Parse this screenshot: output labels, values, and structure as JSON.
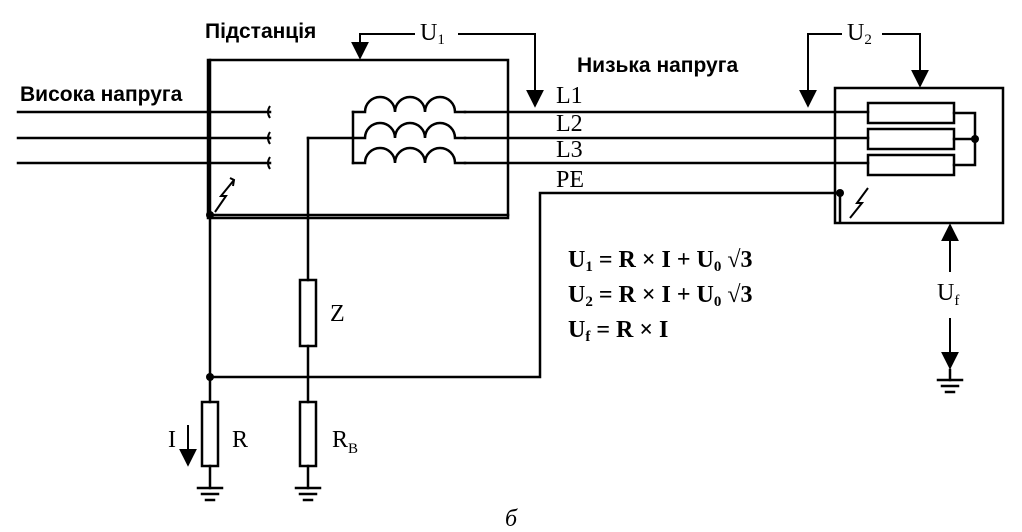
{
  "labels": {
    "substation": "Підстанція",
    "high_voltage": "Висока напруга",
    "low_voltage": "Низька напруга",
    "u1": "U",
    "u1_sub": "1",
    "u2": "U",
    "u2_sub": "2",
    "uf": "U",
    "uf_sub": "f",
    "l1": "L1",
    "l2": "L2",
    "l3": "L3",
    "pe": "PE",
    "z": "Z",
    "r": "R",
    "rb": "R",
    "rb_sub": "B",
    "current": "I",
    "caption": "б"
  },
  "formulas": [
    {
      "lhs": "U",
      "sub": "1",
      "rhs": " = R × I + U",
      "rhs_sub": "0",
      "tail": " √3"
    },
    {
      "lhs": "U",
      "sub": "2",
      "rhs": " = R × I + U",
      "rhs_sub": "0",
      "tail": " √3"
    },
    {
      "lhs": "U",
      "sub": "f",
      "rhs": " = R × I",
      "rhs_sub": "",
      "tail": ""
    }
  ]
}
